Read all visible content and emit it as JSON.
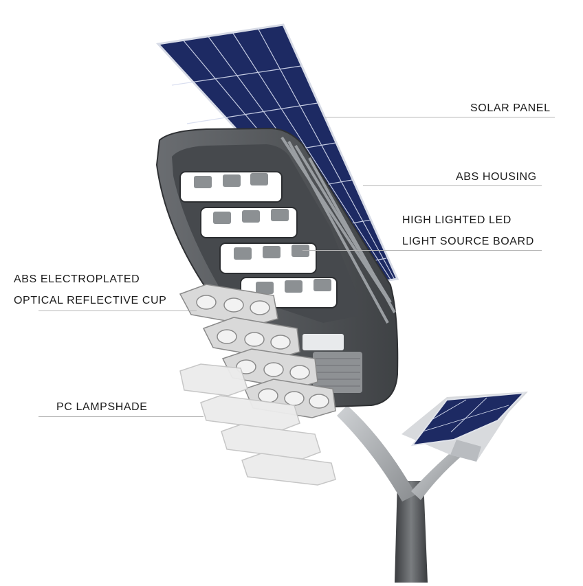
{
  "callouts": {
    "solar_panel": "SOLAR PANEL",
    "abs_housing": "ABS HOUSING",
    "led_line1": "HIGH LIGHTED LED",
    "led_line2": "LIGHT SOURCE BOARD",
    "cup_line1": "ABS ELECTROPLATED",
    "cup_line2": "OPTICAL REFLECTIVE CUP",
    "lampshade": "PC LAMPSHADE"
  },
  "colors": {
    "panel": "#1d2a63",
    "panel_grid": "#d6dcef",
    "housing": "#55585c",
    "pole": "#5a5c5f",
    "reflector": "#d9d9d9",
    "lampshade": "#e6e6e6",
    "leader_line": "#b5b5b5"
  }
}
